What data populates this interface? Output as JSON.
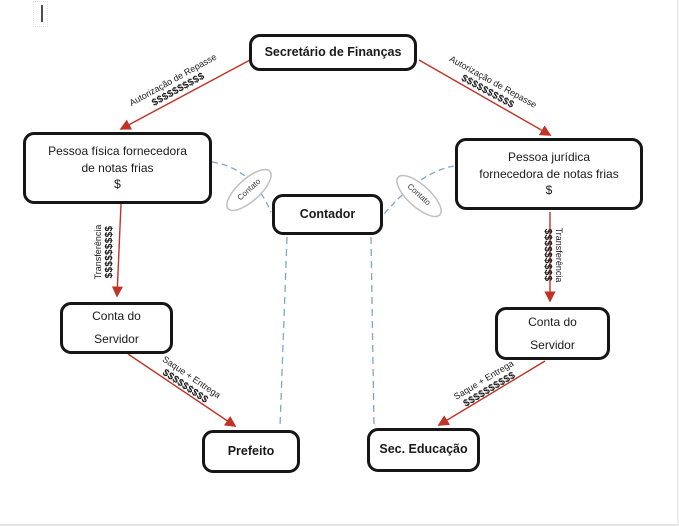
{
  "nodes": {
    "secretario": {
      "label": "Secretário de Finanças"
    },
    "pessoa_fisica": {
      "line1": "Pessoa física fornecedora",
      "line2": "de notas frias",
      "line3": "$"
    },
    "pessoa_juridica": {
      "line1": "Pessoa jurídica",
      "line2": "fornecedora de notas frias",
      "line3": "$"
    },
    "contador": {
      "label": "Contador"
    },
    "conta_servidor_esq": {
      "line1": "Conta do",
      "line2": "Servidor"
    },
    "conta_servidor_dir": {
      "line1": "Conta do",
      "line2": "Servidor"
    },
    "prefeito": {
      "label": "Prefeito"
    },
    "sec_educacao": {
      "label": "Sec. Educação"
    }
  },
  "edges": {
    "repasse_esq": {
      "label": "Autorização de Repasse",
      "amount": "$$$$$$$$$$"
    },
    "repasse_dir": {
      "label": "Autorização de Repasse",
      "amount": "$$$$$$$$$$"
    },
    "transferencia_esq": {
      "label": "Transferência",
      "amount": "$$$$$$$$$"
    },
    "transferencia_dir": {
      "label": "Transferência",
      "amount": "$$$$$$$$$"
    },
    "saque_esq": {
      "label": "Saque + Entrega",
      "amount": "$$$$$$$$$"
    },
    "saque_dir": {
      "label": "Saque + Entrega",
      "amount": "$$$$$$$$$$"
    },
    "contato_esq": {
      "label": "Contato"
    },
    "contato_dir": {
      "label": "Contato"
    }
  },
  "colors": {
    "arrow_red": "#c03326",
    "dashed_blue": "#7ea6c8",
    "ellipse_gray": "#bfbfbf",
    "box_border": "#161616"
  }
}
